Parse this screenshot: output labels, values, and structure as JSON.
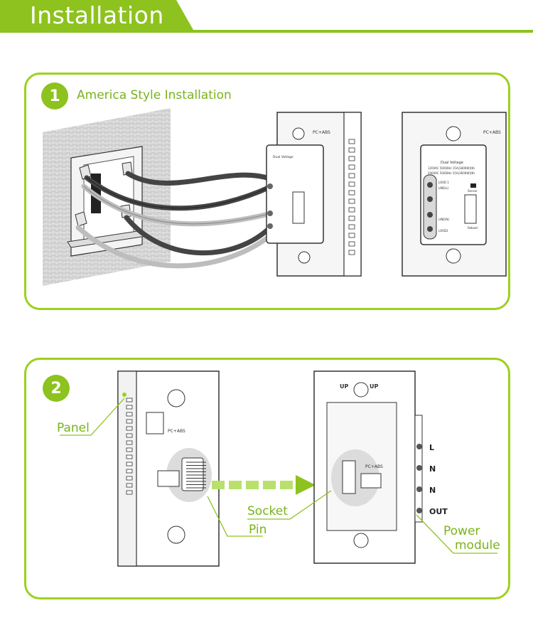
{
  "header": {
    "title": "Installation",
    "color": "#8dc21f"
  },
  "step1": {
    "number": "1",
    "title": "America Style Installation"
  },
  "step2": {
    "number": "2"
  },
  "module_label": {
    "dual_voltage": "Dual Voltage",
    "rating_120": "120VAC 50/60Hz 15A(1800W)(N)",
    "rating_240": "240VAC 50/60Hz 15A(3600W)(N)",
    "load1": "LOAD 1",
    "line_l": "LINE(L)",
    "line_n": "LINE(N)",
    "load2": "LOAD2",
    "sensor": "Sensor",
    "reboot": "Reboot",
    "material": "PC+ABS"
  },
  "callouts": {
    "panel": "Panel",
    "socket": "Socket",
    "pin": "Pin",
    "power_module_1": "Power",
    "power_module_2": "module"
  },
  "terminals": [
    "L",
    "N",
    "N",
    "OUT"
  ],
  "up_labels": [
    "UP",
    "UP"
  ],
  "accent_color": "#8dc21f"
}
